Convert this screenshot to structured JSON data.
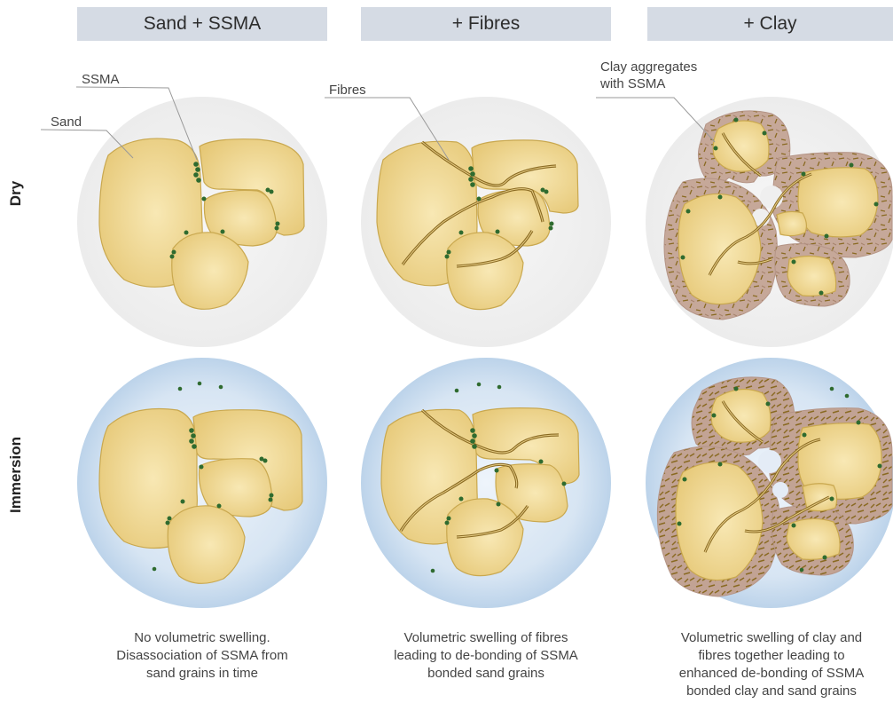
{
  "columns": [
    {
      "header": "Sand + SSMA",
      "caption": [
        "No volumetric swelling.",
        "Disassociation of SSMA from",
        "sand grains in time"
      ]
    },
    {
      "header": "+ Fibres",
      "caption": [
        "Volumetric swelling of fibres",
        "leading to de-bonding of SSMA",
        "bonded sand grains"
      ]
    },
    {
      "header": "+ Clay",
      "caption": [
        "Volumetric swelling of clay and",
        "fibres together leading to",
        "enhanced de-bonding of SSMA",
        "bonded clay and sand grains"
      ]
    }
  ],
  "rows": {
    "dry": "Dry",
    "immersion": "Immersion"
  },
  "callouts": {
    "ssma": "SSMA",
    "sand": "Sand",
    "fibres": "Fibres",
    "clay_line1": "Clay aggregates",
    "clay_line2": "with SSMA"
  },
  "colors": {
    "grain_fill": "#ecd189",
    "grain_stroke": "#c9a84f",
    "ssma_dot": "#2f6b2f",
    "fibre": "#8a6a22",
    "clay": "#c3a596",
    "dry_bg": "#f0f0f0",
    "immersion_bg": "#cfdff0",
    "header_bg": "#d5dbe4"
  }
}
